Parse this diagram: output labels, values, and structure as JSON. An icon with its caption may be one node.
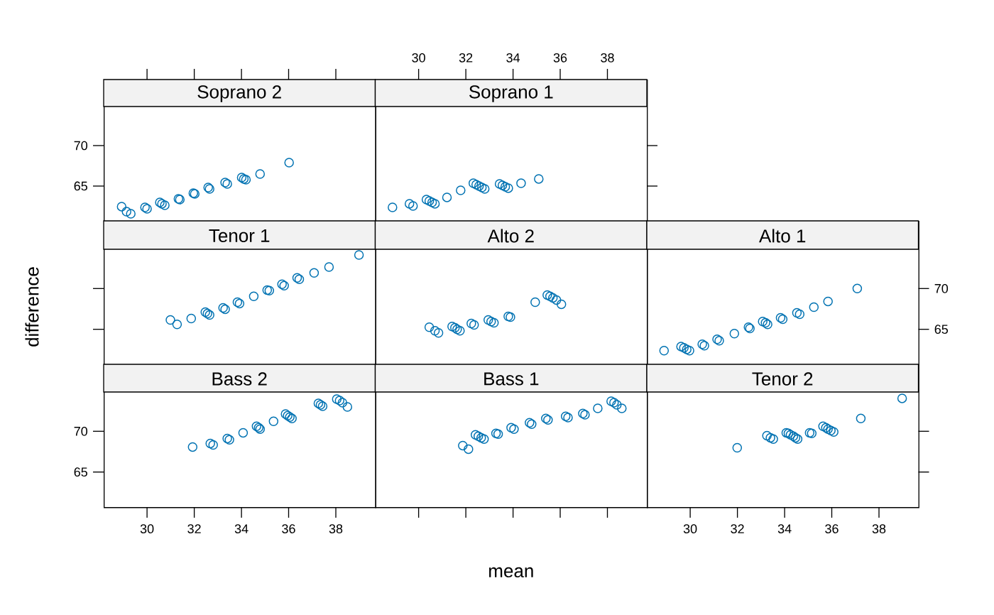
{
  "diagram": {
    "nodes": [
      {
        "text": [
          "Soprano 2"
        ]
      },
      {
        "text": [
          "Soprano 1"
        ]
      },
      {
        "text": [
          "Tenor 1"
        ]
      },
      {
        "text": [
          "Alto 2"
        ]
      },
      {
        "text": [
          "Alto 1"
        ]
      },
      {
        "text": [
          "Bass 2"
        ]
      },
      {
        "text": [
          "Bass 1"
        ]
      },
      {
        "text": [
          "Tenor 2"
        ]
      }
    ],
    "labels": [
      "30",
      "32",
      "34",
      "36",
      "38",
      "70",
      "65",
      "70",
      "difference",
      "65",
      "70",
      "65",
      "30",
      "32",
      "34",
      "36",
      "38",
      "30",
      "32",
      "34",
      "36",
      "38",
      "mean"
    ]
  }
}
